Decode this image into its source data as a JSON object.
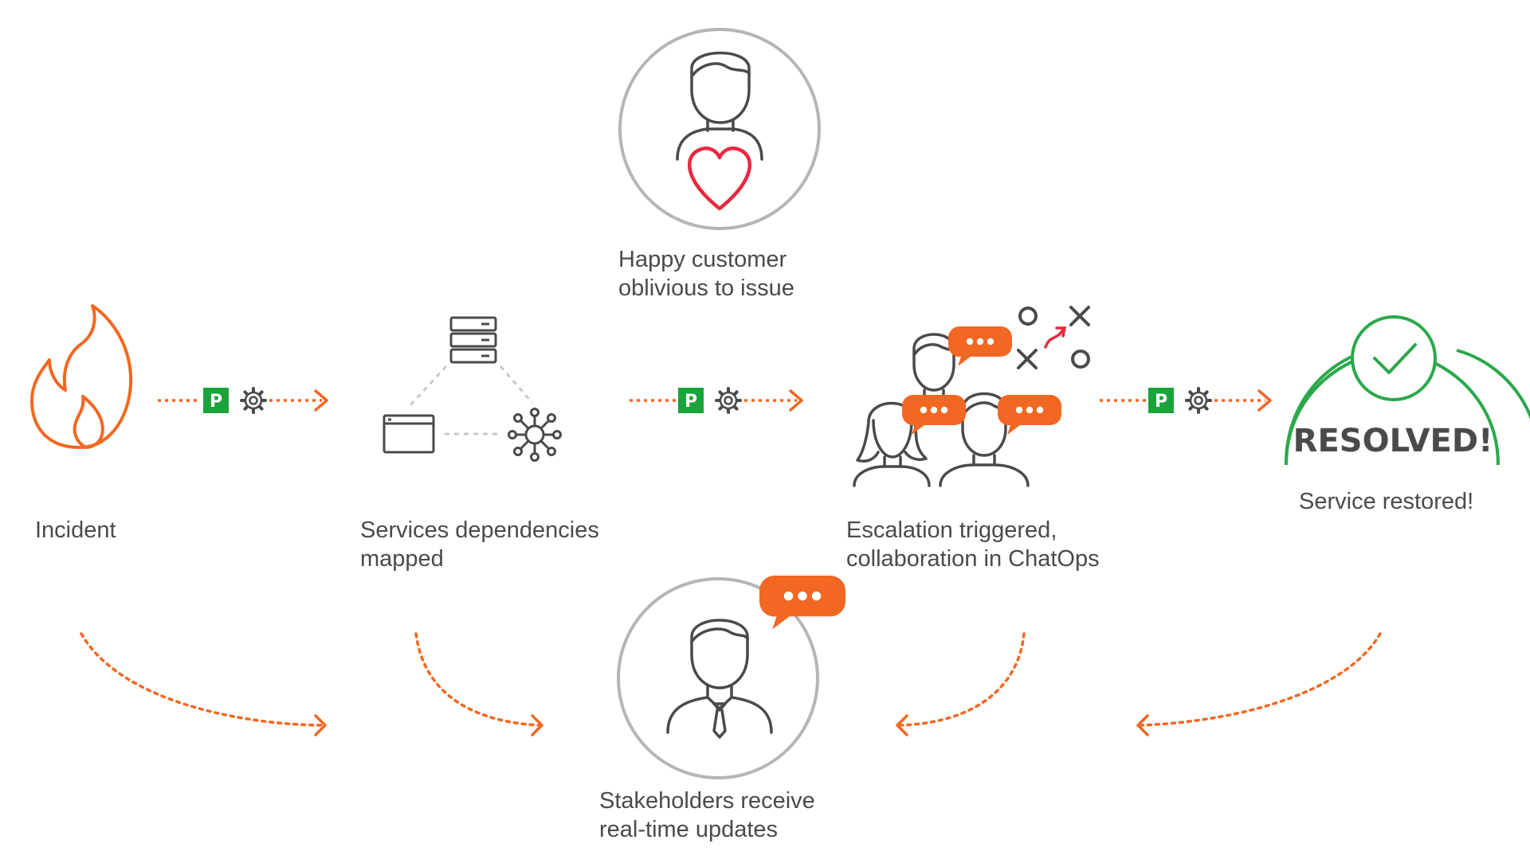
{
  "nodes": {
    "incident": {
      "lines": [
        "Incident"
      ]
    },
    "services": {
      "lines": [
        "Services dependencies",
        "mapped"
      ]
    },
    "customer": {
      "lines": [
        "Happy customer",
        "oblivious to issue"
      ]
    },
    "escalation": {
      "lines": [
        "Escalation triggered,",
        "collaboration in ChatOps"
      ]
    },
    "resolved": {
      "badge_text": "RESOLVED!",
      "lines": [
        "Service restored!"
      ]
    },
    "stakeholders": {
      "lines": [
        "Stakeholders receive",
        "real-time updates"
      ]
    }
  },
  "connector_badge": {
    "letter": "P",
    "icon": "gear-icon"
  },
  "colors": {
    "accent": "#f26722",
    "badge_green": "#1aa33a",
    "resolved_green": "#2aa84a",
    "heart_red": "#e8293f",
    "icon_gray": "#4a4a4a",
    "circle_gray": "#b5b5b5"
  }
}
